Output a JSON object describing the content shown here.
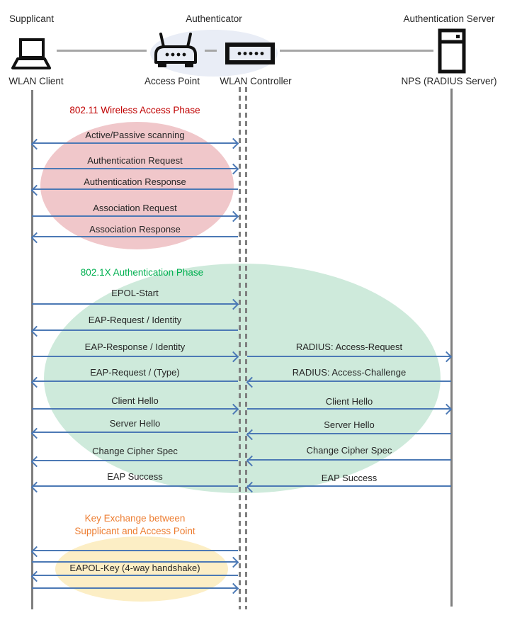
{
  "actors": {
    "supplicant": {
      "role": "Supplicant",
      "device": "WLAN Client"
    },
    "authenticator": {
      "role": "Authenticator",
      "device_ap": "Access Point",
      "device_wlc": "WLAN Controller"
    },
    "auth_server": {
      "role": "Authentication Server",
      "device": "NPS (RADIUS Server)"
    }
  },
  "phases": {
    "wireless_access": {
      "title": "802.11 Wireless Access Phase",
      "color": "#C00000",
      "fill": "#F0C7CA"
    },
    "authentication": {
      "title": "802.1X Authentication Phase",
      "color": "#00B050",
      "fill": "#CEEADB"
    },
    "key_exchange": {
      "title_line1": "Key Exchange between",
      "title_line2": "Supplicant and Access Point",
      "color": "#ED7D31",
      "fill": "#FCEEC5"
    }
  },
  "messages": {
    "client_to_controller": [
      {
        "label": "Active/Passive scanning",
        "direction": "both"
      },
      {
        "label": "Authentication Request",
        "direction": "right"
      },
      {
        "label": "Authentication Response",
        "direction": "left"
      },
      {
        "label": "Association Request",
        "direction": "right"
      },
      {
        "label": "Association Response",
        "direction": "left"
      },
      {
        "label": "EPOL-Start",
        "direction": "right"
      },
      {
        "label": "EAP-Request / Identity",
        "direction": "left"
      },
      {
        "label": "EAP-Response / Identity",
        "direction": "right"
      },
      {
        "label": "EAP-Request / (Type)",
        "direction": "left"
      },
      {
        "label": "Client Hello",
        "direction": "right"
      },
      {
        "label": "Server Hello",
        "direction": "left"
      },
      {
        "label": "Change Cipher Spec",
        "direction": "left"
      },
      {
        "label": "EAP Success",
        "direction": "left"
      },
      {
        "label": "",
        "direction": "left"
      },
      {
        "label": "",
        "direction": "right"
      },
      {
        "label": "EAPOL-Key (4-way handshake)",
        "direction": "left"
      },
      {
        "label": "",
        "direction": "right"
      }
    ],
    "controller_to_server": [
      {
        "label": "RADIUS: Access-Request",
        "direction": "right"
      },
      {
        "label": "RADIUS: Access-Challenge",
        "direction": "left"
      },
      {
        "label": "Client Hello",
        "direction": "right"
      },
      {
        "label": "Server Hello",
        "direction": "left"
      },
      {
        "label": "Change Cipher Spec",
        "direction": "left"
      },
      {
        "label": "EAP Success",
        "direction": "left"
      }
    ]
  },
  "colors": {
    "arrow": "#4C79B5",
    "lifeline": "#7F7F7F",
    "connector": "#A6A6A6",
    "authenticator_fill": "#E9EDF6"
  }
}
